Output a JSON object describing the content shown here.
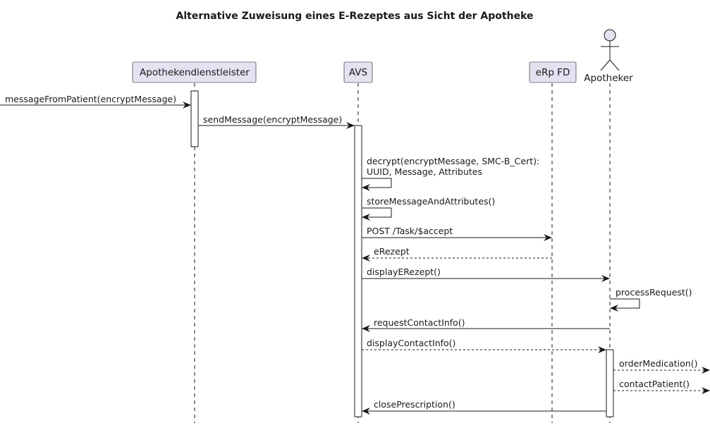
{
  "diagram": {
    "title": "Alternative Zuweisung eines E-Rezeptes aus Sicht der Apotheke",
    "participants": {
      "apothekendienstleister": "Apothekendienstleister",
      "avs": "AVS",
      "erp_fd": "eRp FD",
      "apotheker": "Apotheker"
    },
    "messages": {
      "m1": "messageFromPatient(encryptMessage)",
      "m2": "sendMessage(encryptMessage)",
      "m3_line1": "decrypt(encryptMessage, SMC-B_Cert):",
      "m3_line2": "UUID, Message, Attributes",
      "m4": "storeMessageAndAttributes()",
      "m5": "POST /Task/$accept",
      "m6": "eRezept",
      "m7": "displayERezept()",
      "m8": "processRequest()",
      "m9": "requestContactInfo()",
      "m10": "displayContactInfo()",
      "m11": "orderMedication()",
      "m12": "contactPatient()",
      "m13": "closePrescription()"
    },
    "colors": {
      "participant_fill": "#e2e2f0",
      "participant_border": "#181818",
      "lifeline": "#181818",
      "arrow": "#181818"
    }
  }
}
